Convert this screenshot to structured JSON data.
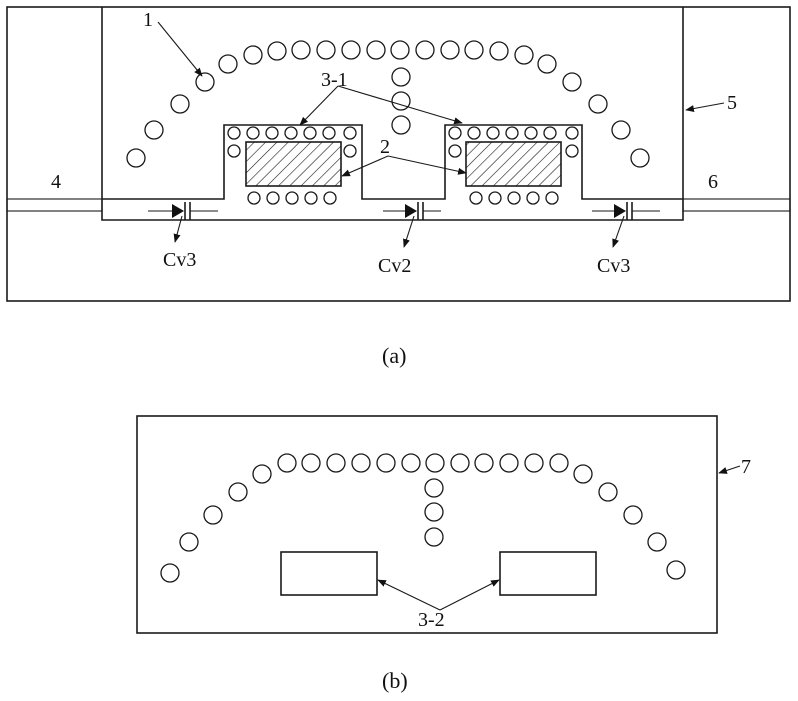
{
  "figure_a": {
    "caption": "(a)",
    "labels": {
      "via_array": "1",
      "resonator": "2",
      "slot_top": "3-1",
      "port_in": "4",
      "top_layer": "5",
      "port_out": "6",
      "cap_left": "Cv3",
      "cap_mid": "Cv2",
      "cap_right": "Cv3"
    }
  },
  "figure_b": {
    "caption": "(b)",
    "labels": {
      "bottom_layer": "7",
      "slot_bottom": "3-2"
    }
  },
  "colors": {
    "stroke": "#1a1a1a",
    "background": "#ffffff",
    "hatch": "#1a1a1a"
  }
}
